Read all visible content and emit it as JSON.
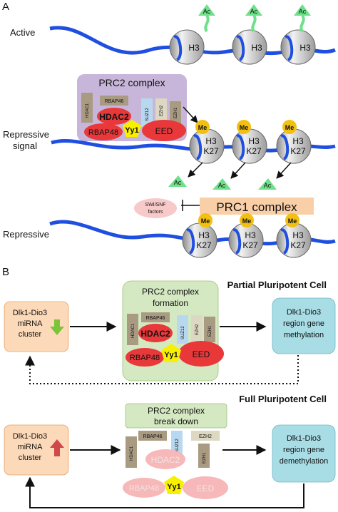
{
  "panel_a": {
    "label": "A",
    "active_label": "Active",
    "repressive_signal_label_1": "Repressive",
    "repressive_signal_label_2": "signal",
    "repressive_label": "Repressive",
    "ac": "Ac",
    "me": "Me",
    "h3": "H3",
    "k27": "K27",
    "prc2_title": "PRC2 complex",
    "prc1_label": "PRC1 complex",
    "swisnf_1": "SWI/SNF",
    "swisnf_2": "factors"
  },
  "complex": {
    "hdac1": "HDAC1",
    "rbap46": "RBAP46",
    "hdac2": "HDAC2",
    "rbap48": "RBAP48",
    "yy1": "Yy1",
    "suz12": "SUZ12",
    "ezh2": "EZH2",
    "ezh1": "EZH1",
    "eed": "EED"
  },
  "panel_b": {
    "label": "B",
    "partial_title": "Partial Pluripotent Cell",
    "full_title": "Full Pluripotent Cell",
    "mirna_1": "Dlk1-Dio3",
    "mirna_2": "miRNA",
    "mirna_3": "cluster",
    "formation_1": "PRC2 complex",
    "formation_2": "formation",
    "breakdown_1": "PRC2 complex",
    "breakdown_2": "break down",
    "methylation_1": "Dlk1-Dio3",
    "methylation_2": "region gene",
    "methylation_3": "methylation",
    "demethylation_1": "Dlk1-Dio3",
    "demethylation_2": "region gene",
    "demethylation_3": "demethylation"
  },
  "colors": {
    "dna": "#1f4fe0",
    "acetyl": "#6fe08a",
    "methyl": "#f2c012",
    "eed": "#e8383a",
    "yy1": "#f8f000",
    "prc2_box": "#c8b6da",
    "mirna_box": "#fcd9b8",
    "gene_box": "#a8dde6",
    "formation_box": "#d4e8c2",
    "prc1_box": "#f9cfa8"
  }
}
